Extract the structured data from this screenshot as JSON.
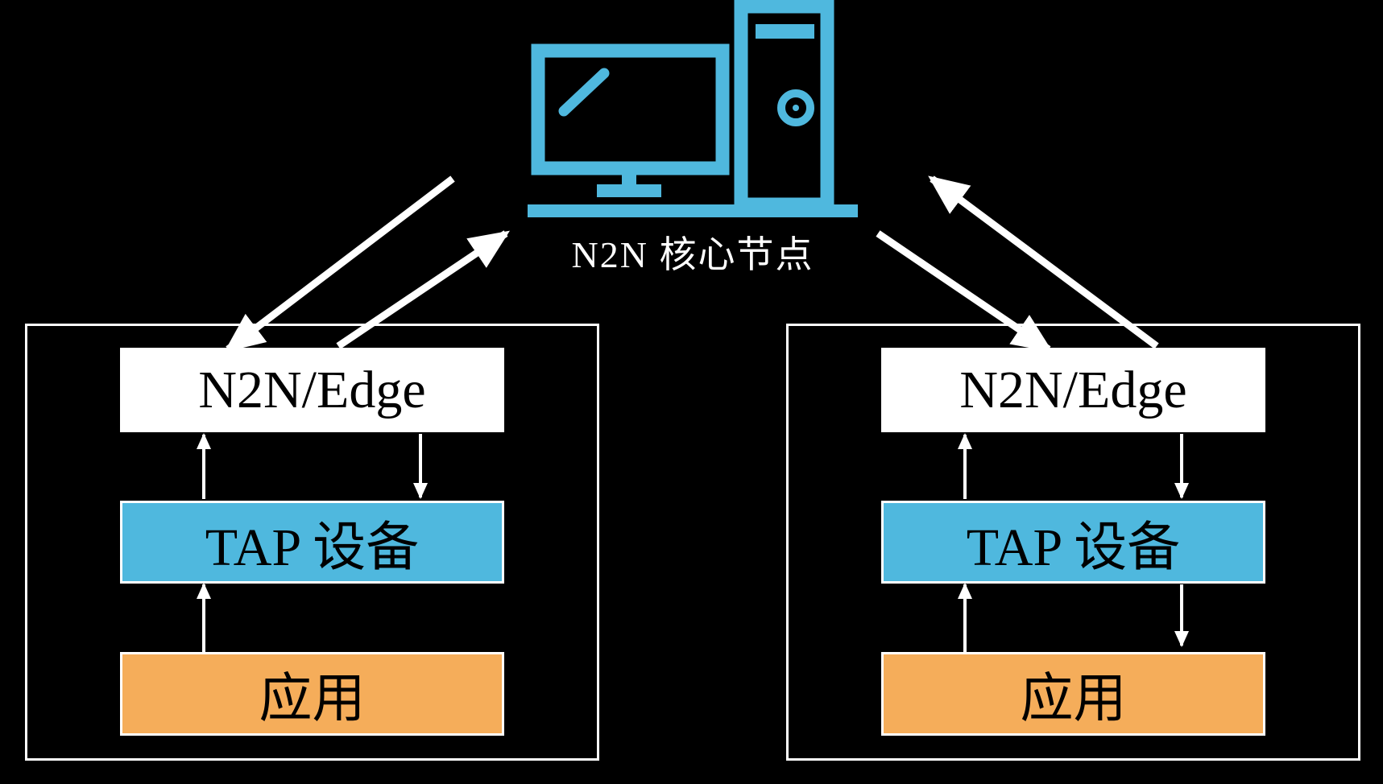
{
  "core": {
    "label": "N2N 核心节点",
    "icon": "desktop-computer-icon",
    "color": "#4fb8de"
  },
  "hosts": [
    {
      "edge_label": "N2N/Edge",
      "tap_label": "TAP 设备",
      "app_label": "应用"
    },
    {
      "edge_label": "N2N/Edge",
      "tap_label": "TAP 设备",
      "app_label": "应用"
    }
  ],
  "colors": {
    "background": "#000000",
    "edge_fill": "#ffffff",
    "tap_fill": "#4fb8de",
    "app_fill": "#f5ad5a",
    "lines": "#ffffff"
  }
}
